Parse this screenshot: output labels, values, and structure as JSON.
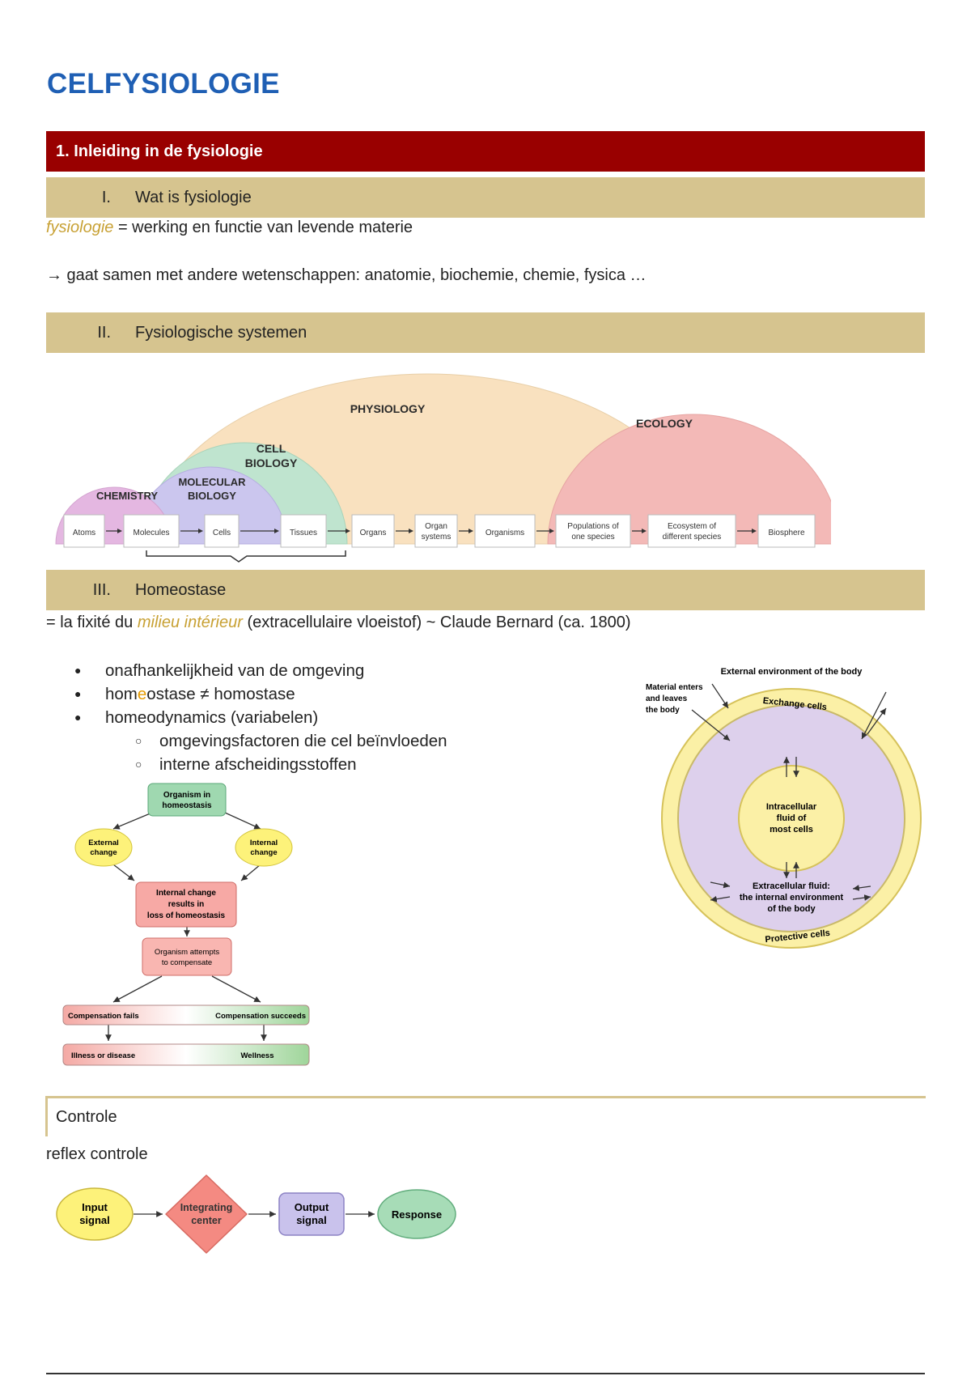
{
  "title": "CELFYSIOLOGIE",
  "section1": {
    "label": "1. Inleiding in de fysiologie"
  },
  "sub1": {
    "num": "I.",
    "label": "Wat is fysiologie"
  },
  "def1": {
    "term": "fysiologie",
    "rest": " = werking en functie van levende materie"
  },
  "arrow_line": "→ gaat samen met andere wetenschappen: anatomie, biochemie, chemie, fysica …",
  "sub2": {
    "num": "II.",
    "label": "Fysiologische systemen"
  },
  "levels_diagram": {
    "domains": [
      "PHYSIOLOGY",
      "ECOLOGY",
      "CELL",
      "BIOLOGY",
      "MOLECULAR",
      "BIOLOGY",
      "CHEMISTRY"
    ],
    "levels": [
      [
        "Atoms"
      ],
      [
        "Molecules"
      ],
      [
        "Cells"
      ],
      [
        "Tissues"
      ],
      [
        "Organs"
      ],
      [
        "Organ",
        "systems"
      ],
      [
        "Organisms"
      ],
      [
        "Populations of",
        "one species"
      ],
      [
        "Ecosystem of",
        "different species"
      ],
      [
        "Biosphere"
      ]
    ]
  },
  "sub3": {
    "num": "III.",
    "label": "Homeostase"
  },
  "homeo_def": {
    "prefix": "= la fixité du ",
    "term": "milieu intérieur",
    "suffix": " (extracellulaire vloeistof) ~ Claude Bernard (ca. 1800)"
  },
  "bullets": {
    "b1": "onafhankelijkheid van de omgeving",
    "b2_pre": "hom",
    "b2_hl": "e",
    "b2_post": "ostase ≠ homostase",
    "b3": "homeodynamics (variabelen)",
    "s1": "omgevingsfactoren die cel beïnvloeden",
    "s2": "interne afscheidingsstoffen"
  },
  "flowchart": {
    "top": [
      "Organism in",
      "homeostasis"
    ],
    "ext": [
      "External",
      "change"
    ],
    "int": [
      "Internal",
      "change"
    ],
    "loss": [
      "Internal change",
      "results in",
      "loss of homeostasis"
    ],
    "attempt": [
      "Organism attempts",
      "to compensate"
    ],
    "fail": "Compensation fails",
    "success": "Compensation succeeds",
    "illness": "Illness or disease",
    "wellness": "Wellness"
  },
  "body_diagram": {
    "ext_env": "External environment of the body",
    "material": [
      "Material enters",
      "and leaves",
      "the body"
    ],
    "exchange": "Exchange cells",
    "icf": [
      "Intracellular",
      "fluid of",
      "most cells"
    ],
    "ecf": [
      "Extracellular fluid:",
      "the internal environment",
      "of the body"
    ],
    "protective": "Protective cells"
  },
  "controle": {
    "label": "Controle"
  },
  "reflex": "reflex controle",
  "reflex_diagram": {
    "input": [
      "Input",
      "signal"
    ],
    "center": [
      "Integrating",
      "center"
    ],
    "output": [
      "Output",
      "signal"
    ],
    "response": "Response"
  },
  "colors": {
    "red_bar": "#990000",
    "gold_bar": "#d6c48f",
    "title_blue": "#1f5fb4",
    "physiology": "#f9e1bf",
    "ecology": "#f3b9b7",
    "cell_bio": "#bfe4cf",
    "molecular": "#cbc6ee",
    "chemistry": "#e4b7e1"
  }
}
